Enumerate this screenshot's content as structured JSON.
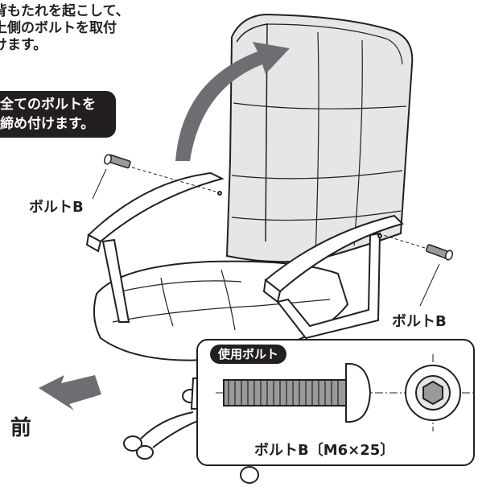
{
  "instruction": {
    "lines": [
      "背もたれを起こして、",
      "上側のボルトを取付",
      "けます。"
    ]
  },
  "callout": {
    "lines": [
      "全てのボルトを",
      "締め付けます。"
    ]
  },
  "labels": {
    "bolt_left": "ボルトB",
    "bolt_right": "ボルトB",
    "front": "前"
  },
  "detail": {
    "badge": "使用ボルト",
    "caption": "ボルトB〔M6×25〕"
  },
  "colors": {
    "ink": "#231f20",
    "cushion": "#e6e6e6",
    "arrow": "#6d6e71",
    "thread": "#9a9a9a",
    "white": "#ffffff"
  }
}
